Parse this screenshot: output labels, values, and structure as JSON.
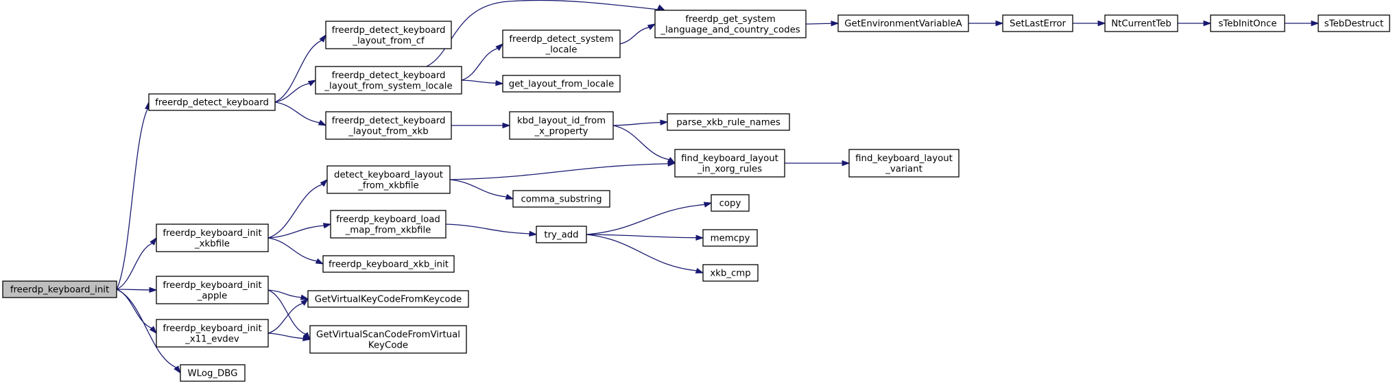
{
  "diagram": {
    "nodes": [
      {
        "id": "root",
        "lines": [
          "freerdp_keyboard_init"
        ],
        "root": true
      },
      {
        "id": "detect_kb",
        "lines": [
          "freerdp_detect_keyboard"
        ]
      },
      {
        "id": "init_xkbfile",
        "lines": [
          "freerdp_keyboard_init",
          "_xkbfile"
        ]
      },
      {
        "id": "init_apple",
        "lines": [
          "freerdp_keyboard_init",
          "_apple"
        ]
      },
      {
        "id": "init_x11",
        "lines": [
          "freerdp_keyboard_init",
          "_x11_evdev"
        ]
      },
      {
        "id": "wlog",
        "lines": [
          "WLog_DBG"
        ]
      },
      {
        "id": "from_cf",
        "lines": [
          "freerdp_detect_keyboard",
          "_layout_from_cf"
        ]
      },
      {
        "id": "from_locale",
        "lines": [
          "freerdp_detect_keyboard",
          "_layout_from_system_locale"
        ]
      },
      {
        "id": "from_xkb",
        "lines": [
          "freerdp_detect_keyboard",
          "_layout_from_xkb"
        ]
      },
      {
        "id": "detect_xkbfile",
        "lines": [
          "detect_keyboard_layout",
          "_from_xkbfile"
        ]
      },
      {
        "id": "load_map",
        "lines": [
          "freerdp_keyboard_load",
          "_map_from_xkbfile"
        ]
      },
      {
        "id": "xkb_init",
        "lines": [
          "freerdp_keyboard_xkb_init"
        ]
      },
      {
        "id": "vk_from_kc",
        "lines": [
          "GetVirtualKeyCodeFromKeycode"
        ]
      },
      {
        "id": "vsc_from_vk",
        "lines": [
          "GetVirtualScanCodeFromVirtual",
          "KeyCode"
        ]
      },
      {
        "id": "sys_locale",
        "lines": [
          "freerdp_detect_system",
          "_locale"
        ]
      },
      {
        "id": "get_layout",
        "lines": [
          "get_layout_from_locale"
        ]
      },
      {
        "id": "kbd_layout_id",
        "lines": [
          "kbd_layout_id_from",
          "_x_property"
        ]
      },
      {
        "id": "comma",
        "lines": [
          "comma_substring"
        ]
      },
      {
        "id": "try_add",
        "lines": [
          "try_add"
        ]
      },
      {
        "id": "lang_codes",
        "lines": [
          "freerdp_get_system",
          "_language_and_country_codes"
        ]
      },
      {
        "id": "parse_xkb",
        "lines": [
          "parse_xkb_rule_names"
        ]
      },
      {
        "id": "find_layout",
        "lines": [
          "find_keyboard_layout",
          "_in_xorg_rules"
        ]
      },
      {
        "id": "copy",
        "lines": [
          "copy"
        ]
      },
      {
        "id": "memcpy",
        "lines": [
          "memcpy"
        ]
      },
      {
        "id": "xkb_cmp",
        "lines": [
          "xkb_cmp"
        ]
      },
      {
        "id": "getenv",
        "lines": [
          "GetEnvironmentVariableA"
        ]
      },
      {
        "id": "find_variant",
        "lines": [
          "find_keyboard_layout",
          "_variant"
        ]
      },
      {
        "id": "setlasterror",
        "lines": [
          "SetLastError"
        ]
      },
      {
        "id": "ntcurrentteb",
        "lines": [
          "NtCurrentTeb"
        ]
      },
      {
        "id": "stebinitonce",
        "lines": [
          "sTebInitOnce"
        ]
      },
      {
        "id": "stebdestruct",
        "lines": [
          "sTebDestruct"
        ]
      }
    ],
    "edges": [
      {
        "from": "root",
        "to": "detect_kb"
      },
      {
        "from": "root",
        "to": "init_xkbfile"
      },
      {
        "from": "root",
        "to": "init_apple"
      },
      {
        "from": "root",
        "to": "init_x11"
      },
      {
        "from": "root",
        "to": "wlog"
      },
      {
        "from": "detect_kb",
        "to": "from_cf"
      },
      {
        "from": "detect_kb",
        "to": "from_locale"
      },
      {
        "from": "detect_kb",
        "to": "from_xkb"
      },
      {
        "from": "from_locale",
        "to": "lang_codes"
      },
      {
        "from": "from_locale",
        "to": "sys_locale"
      },
      {
        "from": "from_locale",
        "to": "get_layout"
      },
      {
        "from": "sys_locale",
        "to": "lang_codes"
      },
      {
        "from": "from_xkb",
        "to": "kbd_layout_id"
      },
      {
        "from": "kbd_layout_id",
        "to": "parse_xkb"
      },
      {
        "from": "kbd_layout_id",
        "to": "find_layout"
      },
      {
        "from": "find_layout",
        "to": "find_variant"
      },
      {
        "from": "init_xkbfile",
        "to": "detect_xkbfile"
      },
      {
        "from": "init_xkbfile",
        "to": "load_map"
      },
      {
        "from": "init_xkbfile",
        "to": "xkb_init"
      },
      {
        "from": "detect_xkbfile",
        "to": "find_layout"
      },
      {
        "from": "detect_xkbfile",
        "to": "comma"
      },
      {
        "from": "load_map",
        "to": "try_add"
      },
      {
        "from": "try_add",
        "to": "copy"
      },
      {
        "from": "try_add",
        "to": "memcpy"
      },
      {
        "from": "try_add",
        "to": "xkb_cmp"
      },
      {
        "from": "init_apple",
        "to": "vk_from_kc"
      },
      {
        "from": "init_apple",
        "to": "vsc_from_vk"
      },
      {
        "from": "init_x11",
        "to": "vk_from_kc"
      },
      {
        "from": "init_x11",
        "to": "vsc_from_vk"
      },
      {
        "from": "lang_codes",
        "to": "getenv"
      },
      {
        "from": "getenv",
        "to": "setlasterror"
      },
      {
        "from": "setlasterror",
        "to": "ntcurrentteb"
      },
      {
        "from": "ntcurrentteb",
        "to": "stebinitonce"
      },
      {
        "from": "stebinitonce",
        "to": "stebdestruct"
      }
    ]
  }
}
